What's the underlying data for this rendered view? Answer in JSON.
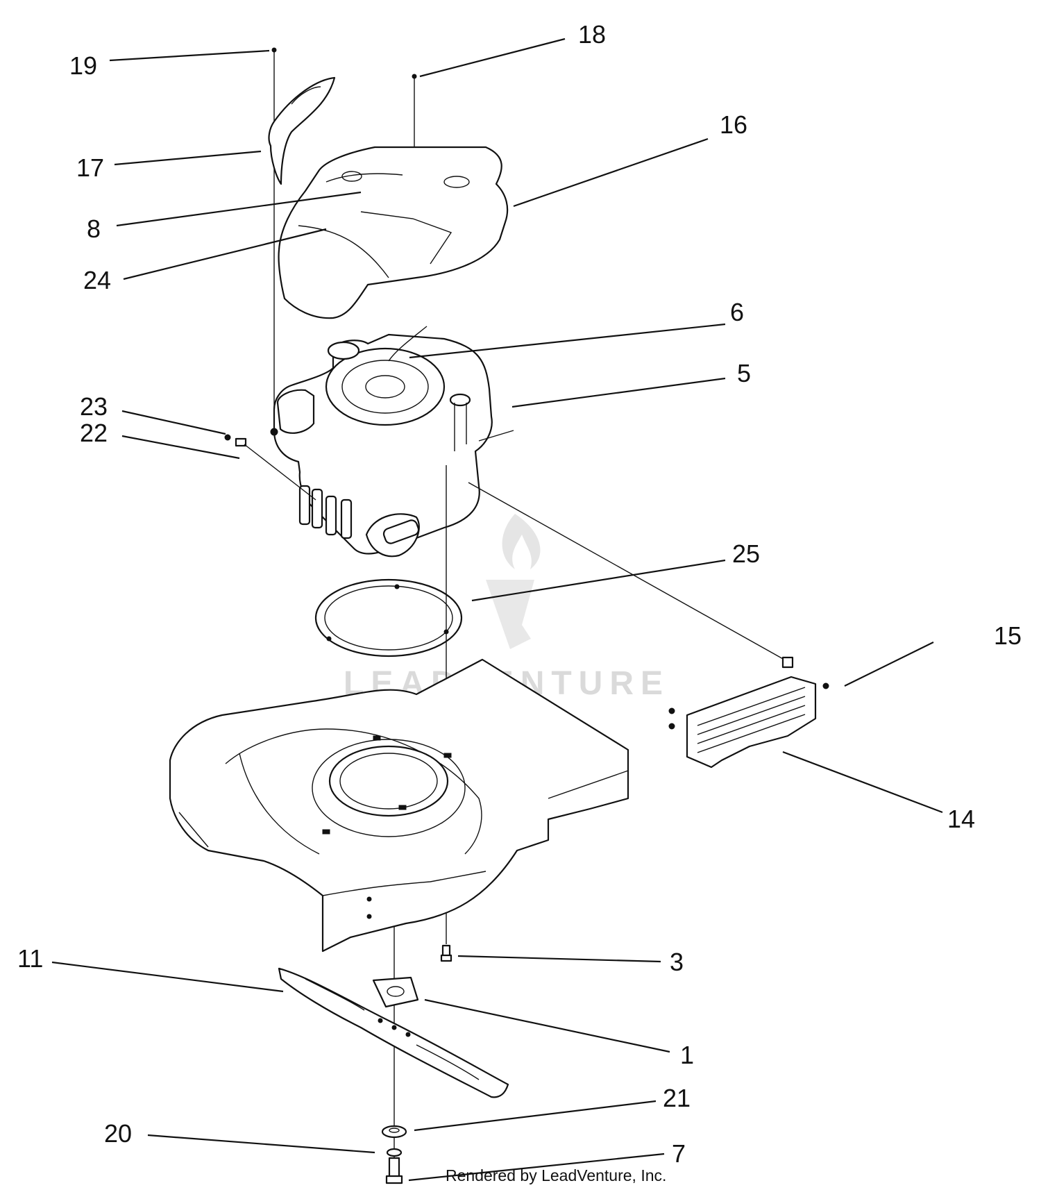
{
  "diagram": {
    "part_labels": [
      "19",
      "18",
      "16",
      "17",
      "8",
      "24",
      "6",
      "5",
      "23",
      "22",
      "25",
      "15",
      "14",
      "3",
      "11",
      "1",
      "21",
      "20",
      "7"
    ],
    "watermark": "LEADVENTURE",
    "footer_credit": "Rendered by LeadVenture, Inc."
  }
}
